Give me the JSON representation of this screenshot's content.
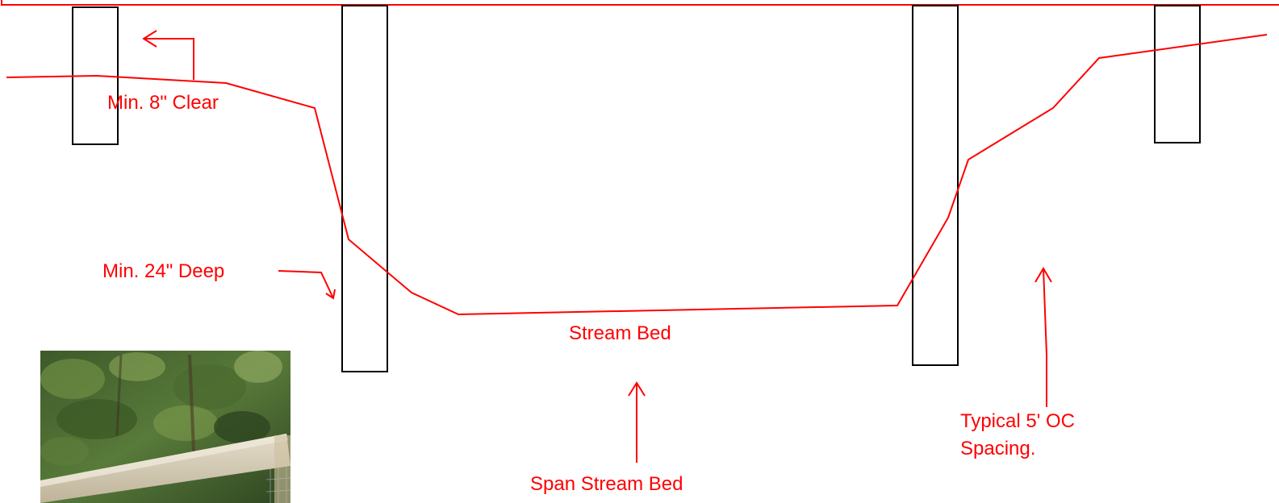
{
  "colors": {
    "annotation": "#ff0000",
    "post_outline": "#000000",
    "background": "#ffffff"
  },
  "labels": {
    "clearance": "Min. 8\" Clear",
    "depth": "Min. 24\" Deep",
    "stream_bed": "Stream Bed",
    "span": "Span Stream Bed",
    "spacing_line1": "Typical 5' OC",
    "spacing_line2": "Spacing."
  },
  "photo": {
    "description_icon": "fence-photo"
  }
}
